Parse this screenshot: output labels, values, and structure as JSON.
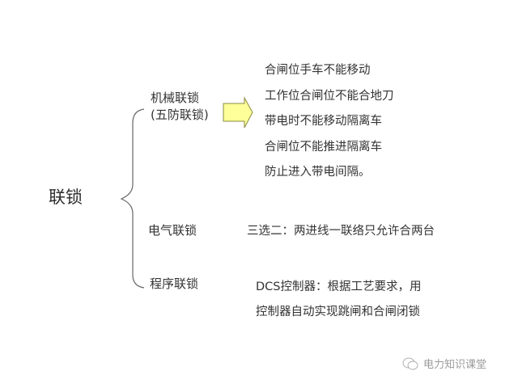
{
  "diagram": {
    "root_label": "联锁",
    "branches": [
      {
        "label_line1": "机械联锁",
        "label_line2": "(五防联锁)",
        "arrow_color": "#FFFF99",
        "items": [
          "合闸位手车不能移动",
          "工作位合闸位不能合地刀",
          "带电时不能移动隔离车",
          "合闸位不能推进隔离车",
          "防止进入带电间隔。"
        ]
      },
      {
        "label": "电气联锁",
        "description": "三选二：两进线一联络只允许合两台"
      },
      {
        "label": "程序联锁",
        "description_line1": "DCS控制器：根据工艺要求，用",
        "description_line2": "控制器自动实现跳闸和合闸闭锁"
      }
    ]
  },
  "watermark": {
    "icon": "wechat-icon",
    "text": "电力知识课堂"
  }
}
